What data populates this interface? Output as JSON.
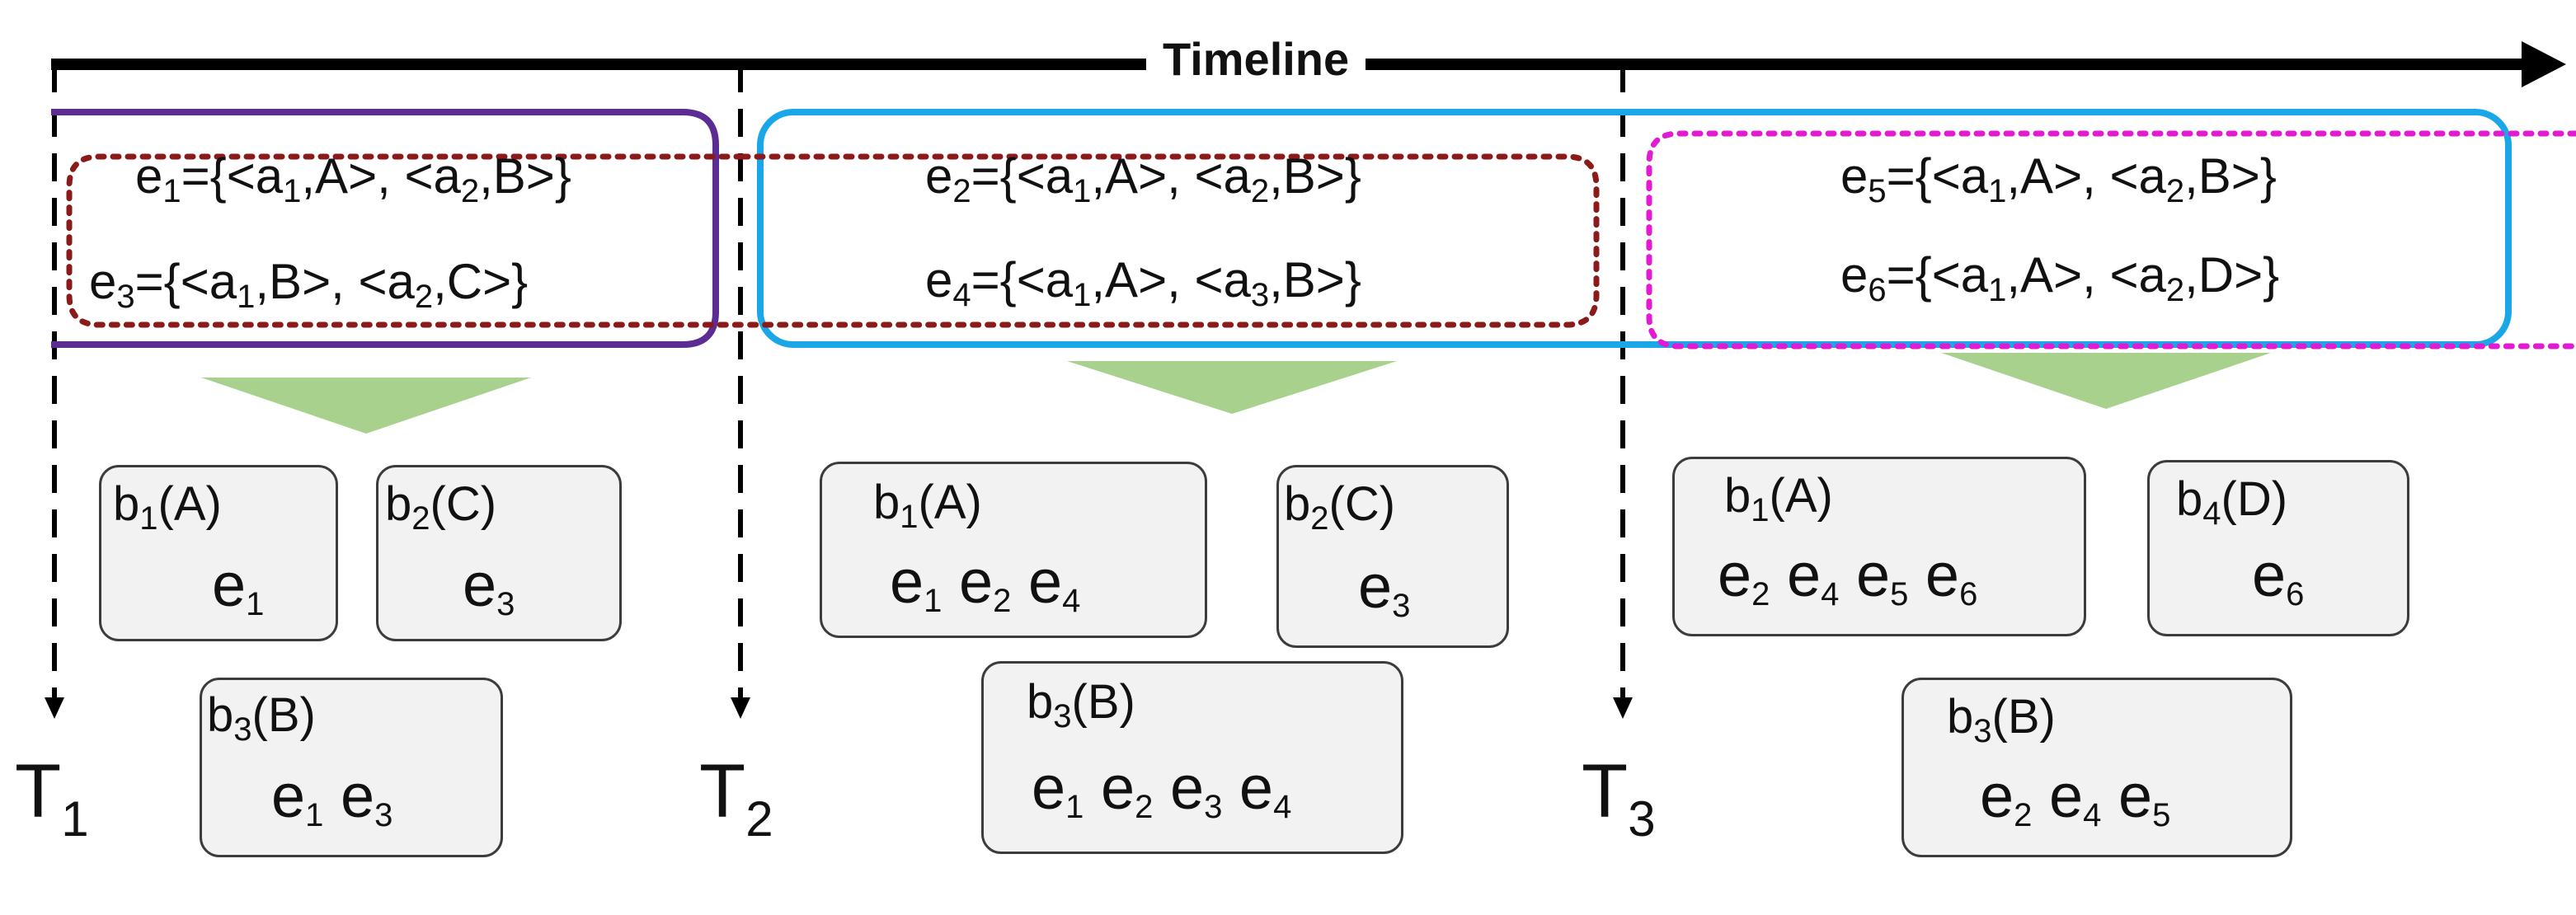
{
  "timeline_label": "Timeline",
  "colors": {
    "window1": "#5b2c91",
    "window2": "#1aa7e8",
    "window3": "#e01bd2",
    "events_dotted": "#8b1a1a",
    "arrow": "#a9d18e",
    "box_fill": "#f2f2f2"
  },
  "time_markers": [
    {
      "letter": "T",
      "sub": "1"
    },
    {
      "letter": "T",
      "sub": "2"
    },
    {
      "letter": "T",
      "sub": "3"
    }
  ],
  "event_lines": [
    {
      "pre": "e",
      "sub": "1",
      "eq": "={<a",
      "s1": "1",
      "m1": ",A>, <a",
      "s2": "2",
      "m2": ",B>}"
    },
    {
      "pre": "e",
      "sub": "3",
      "eq": "={<a",
      "s1": "1",
      "m1": ",B>, <a",
      "s2": "2",
      "m2": ",C>}"
    },
    {
      "pre": "e",
      "sub": "2",
      "eq": "={<a",
      "s1": "1",
      "m1": ",A>, <a",
      "s2": "2",
      "m2": ",B>}"
    },
    {
      "pre": "e",
      "sub": "4",
      "eq": "={<a",
      "s1": "1",
      "m1": ",A>, <a",
      "s2": "3",
      "m2": ",B>}"
    },
    {
      "pre": "e",
      "sub": "5",
      "eq": "={<a",
      "s1": "1",
      "m1": ",A>, <a",
      "s2": "2",
      "m2": ",B>}"
    },
    {
      "pre": "e",
      "sub": "6",
      "eq": "={<a",
      "s1": "1",
      "m1": ",A>, <a",
      "s2": "2",
      "m2": ",D>}"
    }
  ],
  "blocks": [
    {
      "label": "b",
      "sub": "1",
      "key": "(A)",
      "events": [
        {
          "e": "e",
          "s": "1"
        }
      ]
    },
    {
      "label": "b",
      "sub": "2",
      "key": "(C)",
      "events": [
        {
          "e": "e",
          "s": "3"
        }
      ]
    },
    {
      "label": "b",
      "sub": "3",
      "key": "(B)",
      "events": [
        {
          "e": "e",
          "s": "1"
        },
        {
          "e": "e",
          "s": "3"
        }
      ]
    },
    {
      "label": "b",
      "sub": "1",
      "key": "(A)",
      "events": [
        {
          "e": "e",
          "s": "1"
        },
        {
          "e": "e",
          "s": "2"
        },
        {
          "e": "e",
          "s": "4"
        }
      ]
    },
    {
      "label": "b",
      "sub": "2",
      "key": "(C)",
      "events": [
        {
          "e": "e",
          "s": "3"
        }
      ]
    },
    {
      "label": "b",
      "sub": "3",
      "key": "(B)",
      "events": [
        {
          "e": "e",
          "s": "1"
        },
        {
          "e": "e",
          "s": "2"
        },
        {
          "e": "e",
          "s": "3"
        },
        {
          "e": "e",
          "s": "4"
        }
      ]
    },
    {
      "label": "b",
      "sub": "1",
      "key": "(A)",
      "events": [
        {
          "e": "e",
          "s": "2"
        },
        {
          "e": "e",
          "s": "4"
        },
        {
          "e": "e",
          "s": "5"
        },
        {
          "e": "e",
          "s": "6"
        }
      ]
    },
    {
      "label": "b",
      "sub": "4",
      "key": "(D)",
      "events": [
        {
          "e": "e",
          "s": "6"
        }
      ]
    },
    {
      "label": "b",
      "sub": "3",
      "key": "(B)",
      "events": [
        {
          "e": "e",
          "s": "2"
        },
        {
          "e": "e",
          "s": "4"
        },
        {
          "e": "e",
          "s": "5"
        }
      ]
    }
  ]
}
